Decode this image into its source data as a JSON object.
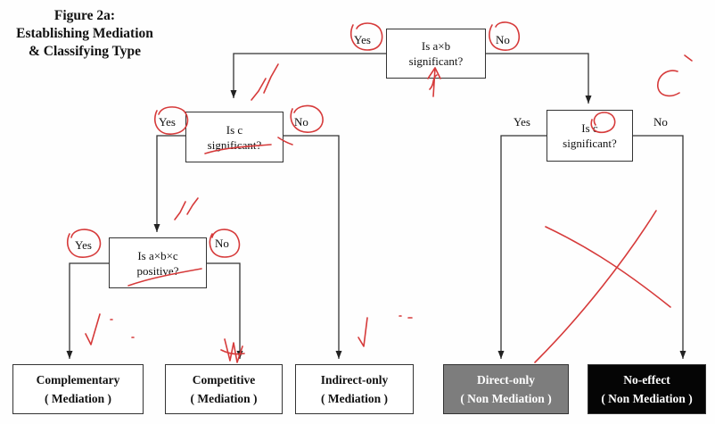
{
  "title": {
    "line1": "Figure 2a:",
    "line2": "Establishing Mediation",
    "line3": "& Classifying Type"
  },
  "decisions": {
    "root": {
      "line1": "Is a×b",
      "line2": "significant?",
      "yes": "Yes",
      "no": "No"
    },
    "left_c": {
      "line1": "Is c",
      "line2": "significant?",
      "yes": "Yes",
      "no": "No"
    },
    "right_c": {
      "line1": "Is c",
      "line2": "significant?",
      "yes": "Yes",
      "no": "No"
    },
    "sign": {
      "line1": "Is a×b×c",
      "line2": "positive?",
      "yes": "Yes",
      "no": "No"
    }
  },
  "outcomes": [
    {
      "name": "Complementary",
      "type": "( Mediation )"
    },
    {
      "name": "Competitive",
      "type": "( Mediation )"
    },
    {
      "name": "Indirect-only",
      "type": "( Mediation )"
    },
    {
      "name": "Direct-only",
      "type": "( Non Mediation )"
    },
    {
      "name": "No-effect",
      "type": "( Non Mediation )"
    }
  ],
  "colors": {
    "line": "#333333",
    "annotation": "#d63a3a",
    "direct_only_fill": "#7d7d7d",
    "no_effect_fill": "#050505"
  }
}
